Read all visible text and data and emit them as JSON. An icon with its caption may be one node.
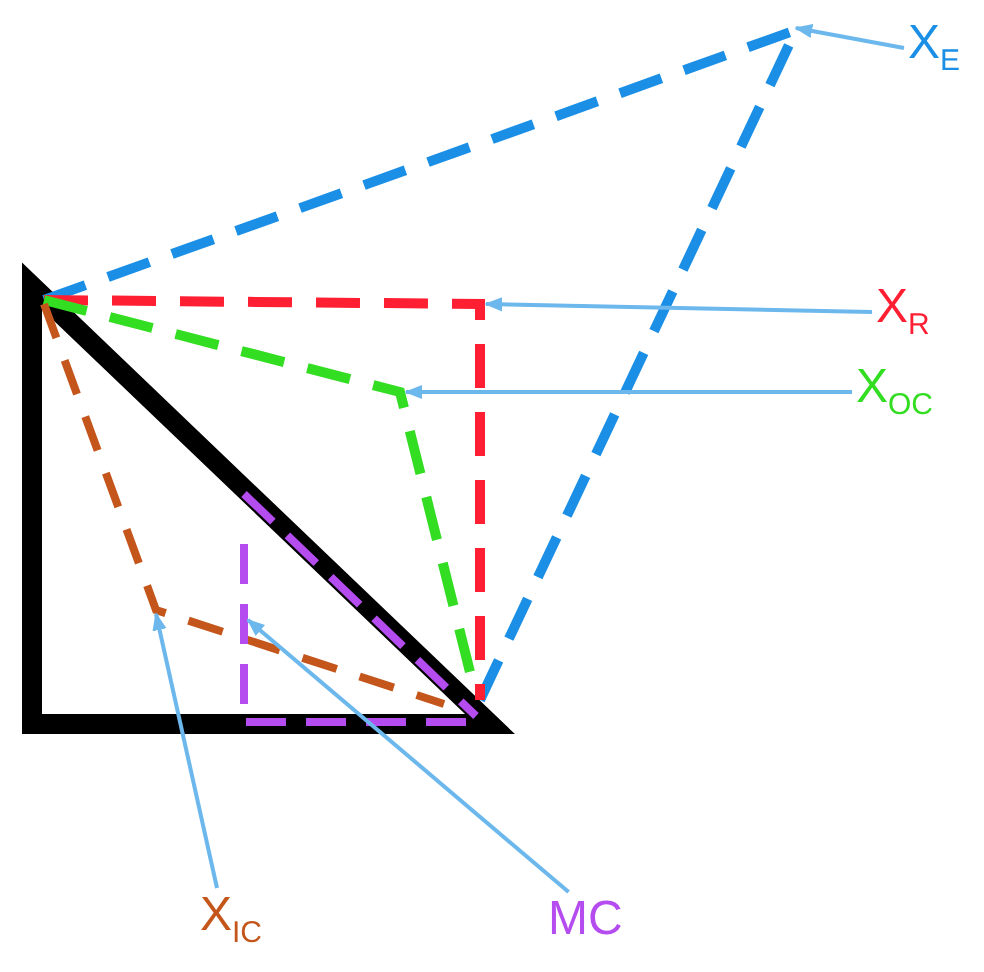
{
  "diagram": {
    "nodes": [
      {
        "text": [
          "X$_{E}$"
        ]
      },
      {
        "text": [
          "X$_{R}$"
        ]
      },
      {
        "text": [
          "X$_{OC}$"
        ]
      },
      {
        "text": [
          "X$_{IC}$"
        ]
      },
      {
        "text": [
          "MC"
        ]
      }
    ],
    "edges": [
      {
        "from": 0,
        "to": null,
        "arrow": "to"
      },
      {
        "from": 1,
        "to": null,
        "arrow": "to"
      },
      {
        "from": 2,
        "to": null,
        "arrow": "to"
      },
      {
        "from": 3,
        "to": null,
        "arrow": "to"
      },
      {
        "from": 4,
        "to": null,
        "arrow": "to"
      }
    ]
  }
}
